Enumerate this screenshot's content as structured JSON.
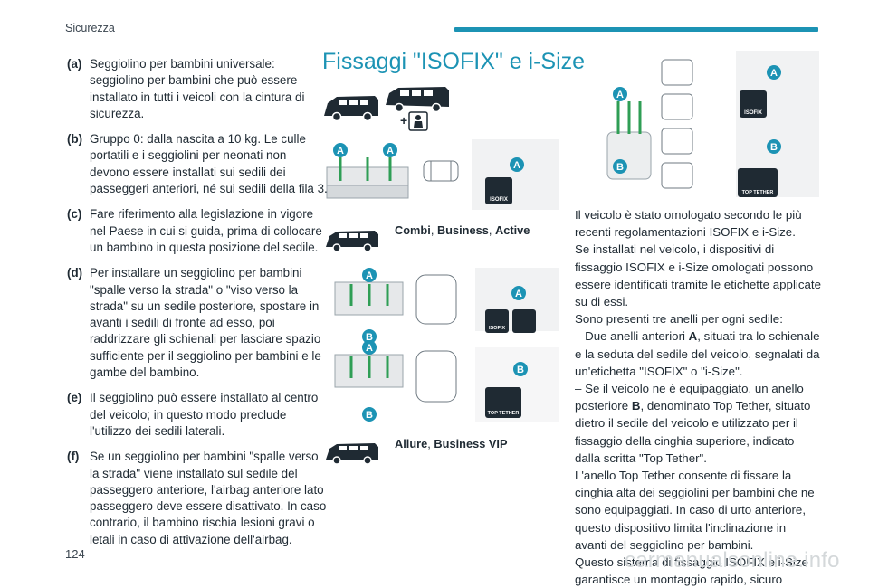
{
  "header": {
    "section": "Sicurezza",
    "accent_color": "#1c93b4"
  },
  "footer": {
    "page_number": "124",
    "watermark": "carmanualsonline.info"
  },
  "notes": [
    {
      "tag": "(a)",
      "text": "Seggiolino per bambini universale: seggiolino per bambini che può essere installato in tutti i veicoli con la cintura di sicurezza."
    },
    {
      "tag": "(b)",
      "text": "Gruppo 0: dalla nascita a 10 kg. Le culle portatili e i seggiolini per neonati non devono essere installati sui sedili dei passeggeri anteriori, né sui sedili della fila 3."
    },
    {
      "tag": "(c)",
      "text": "Fare riferimento alla legislazione in vigore nel Paese in cui si guida, prima di collocare un bambino in questa posizione del sedile."
    },
    {
      "tag": "(d)",
      "text": "Per installare un seggiolino per bambini \"spalle verso la strada\" o \"viso verso la strada\" su un sedile posteriore, spostare in avanti i sedili di fronte ad esso, poi raddrizzare gli schienali per lasciare spazio sufficiente per il seggiolino per bambini e le gambe del bambino."
    },
    {
      "tag": "(e)",
      "text": "Il seggiolino può essere installato al centro del veicolo; in questo modo preclude l'utilizzo dei sedili laterali."
    },
    {
      "tag": "(f)",
      "text": "Se un seggiolino per bambini \"spalle verso la strada\" viene installato sul sedile del passeggero anteriore, l'airbag anteriore lato passeggero deve essere disattivato. In caso contrario, il bambino rischia lesioni gravi o letali in caso di attivazione dell'airbag."
    }
  ],
  "section_title": "Fissaggi \"ISOFIX\" e i-Size",
  "captions": {
    "combi": {
      "bold1": "Combi",
      "sep1": ", ",
      "bold2": "Business",
      "sep2": ", ",
      "bold3": "Active"
    },
    "allure": {
      "bold1": "Allure",
      "sep1": ", ",
      "bold2": "Business VIP"
    }
  },
  "figure_labels": {
    "anchor_a": "A",
    "anchor_b": "B",
    "isofix": "ISOFIX",
    "top_tether": "TOP TETHER"
  },
  "body_paragraphs": [
    "Il veicolo è stato omologato secondo le più recenti regolamentazioni ISOFIX e i-Size.",
    "Se installati nel veicolo, i dispositivi di fissaggio ISOFIX e i-Size omologati possono essere identificati tramite le etichette applicate su di essi.",
    "Sono presenti tre anelli per ogni sedile:"
  ],
  "item_a": {
    "pre": "–  Due anelli anteriori ",
    "bold": "A",
    "post": ", situati tra lo schienale e la seduta del sedile del veicolo, segnalati da un'etichetta \"ISOFIX\" o \"i-Size\"."
  },
  "item_b": {
    "pre": "–  Se il veicolo ne è equipaggiato, un anello posteriore ",
    "bold": "B",
    "post": ", denominato Top Tether, situato dietro il sedile del veicolo e utilizzato per il fissaggio della cinghia superiore, indicato dalla scritta \"Top Tether\"."
  },
  "body_paragraphs_end": [
    "L'anello Top Tether consente di fissare la cinghia alta dei seggiolini per bambini che ne sono equipaggiati. In caso di urto anteriore, questo dispositivo limita l'inclinazione in avanti del seggiolino per bambini.",
    "Questo sistema di fissaggio ISOFIX e i-Size garantisce un montaggio rapido, sicuro"
  ]
}
